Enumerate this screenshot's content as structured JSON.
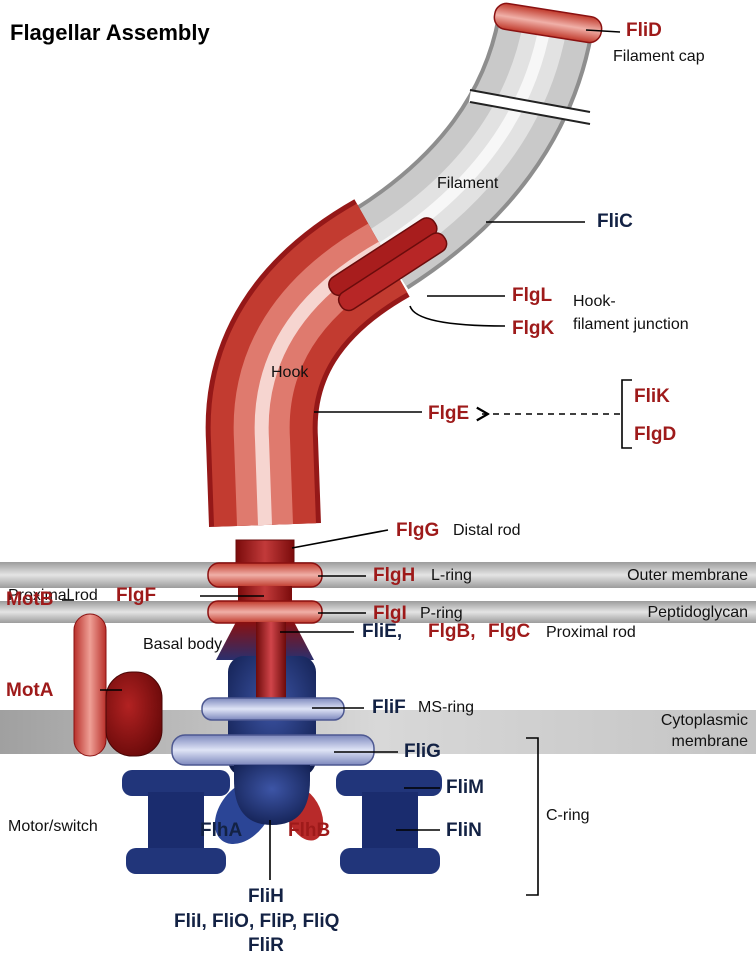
{
  "title": "Flagellar Assembly",
  "colors": {
    "red_protein": "#9e1a1a",
    "navy_protein": "#132244",
    "hook_red": "#c0392b",
    "filament_gray": "#c8c8c8",
    "membrane_gray": "#b4b4b4",
    "motor_navy": "#1b2f6b",
    "ring_lavender": "#a9b3d9"
  },
  "membranes": {
    "outer": "Outer membrane",
    "peptidoglycan": "Peptidoglycan",
    "cytoplasmic_line1": "Cytoplasmic",
    "cytoplasmic_line2": "membrane"
  },
  "parts": {
    "filament": "Filament",
    "hook": "Hook",
    "basal_body": "Basal body",
    "motor_switch": "Motor/switch"
  },
  "proteins": {
    "flid": "FliD",
    "flic": "FliC",
    "flgl": "FlgL",
    "flgk": "FlgK",
    "flge": "FlgE",
    "flik": "FliK",
    "flgd": "FlgD",
    "flgg": "FlgG",
    "flgh": "FlgH",
    "flgf": "FlgF",
    "flgi": "FlgI",
    "flie": "FliE,",
    "flgb": "FlgB,",
    "flgc": "FlgC",
    "motb": "MotB",
    "mota": "MotA",
    "flif": "FliF",
    "flig": "FliG",
    "flim": "FliM",
    "flin": "FliN",
    "flha": "FlhA",
    "flhb": "FlhB",
    "flih": "FliH",
    "export_group": "FliI, FliO, FliP, FliQ",
    "flir": "FliR"
  },
  "descriptors": {
    "filament_cap": "Filament cap",
    "hook_filament_1": "Hook-",
    "hook_filament_2": "filament junction",
    "distal_rod": "Distal rod",
    "l_ring": "L-ring",
    "proximal_rod_left": "Proximal rod",
    "p_ring": "P-ring",
    "proximal_rod_right": "Proximal rod",
    "ms_ring": "MS-ring",
    "c_ring": "C-ring"
  }
}
